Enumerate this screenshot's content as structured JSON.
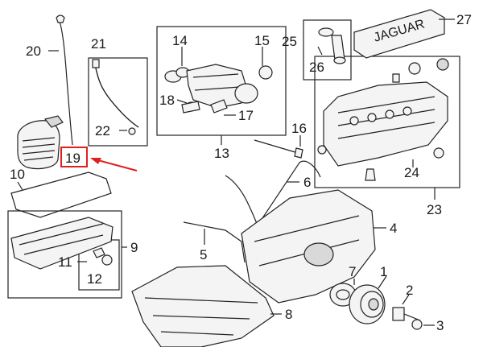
{
  "diagram": {
    "highlight_color": "#e02020",
    "callouts": [
      {
        "id": "1",
        "label": "1"
      },
      {
        "id": "2",
        "label": "2"
      },
      {
        "id": "3",
        "label": "3"
      },
      {
        "id": "4",
        "label": "4"
      },
      {
        "id": "5",
        "label": "5"
      },
      {
        "id": "6",
        "label": "6"
      },
      {
        "id": "7",
        "label": "7"
      },
      {
        "id": "8",
        "label": "8"
      },
      {
        "id": "9",
        "label": "9"
      },
      {
        "id": "10",
        "label": "10"
      },
      {
        "id": "11",
        "label": "11"
      },
      {
        "id": "12",
        "label": "12"
      },
      {
        "id": "13",
        "label": "13"
      },
      {
        "id": "14",
        "label": "14"
      },
      {
        "id": "15",
        "label": "15"
      },
      {
        "id": "16",
        "label": "16"
      },
      {
        "id": "17",
        "label": "17"
      },
      {
        "id": "18",
        "label": "18"
      },
      {
        "id": "19",
        "label": "19"
      },
      {
        "id": "20",
        "label": "20"
      },
      {
        "id": "21",
        "label": "21"
      },
      {
        "id": "22",
        "label": "22"
      },
      {
        "id": "23",
        "label": "23"
      },
      {
        "id": "24",
        "label": "24"
      },
      {
        "id": "25",
        "label": "25"
      },
      {
        "id": "26",
        "label": "26"
      },
      {
        "id": "27",
        "label": "27"
      }
    ],
    "highlighted_callout": "19",
    "engine_cover_logo": "JAGUAR"
  }
}
